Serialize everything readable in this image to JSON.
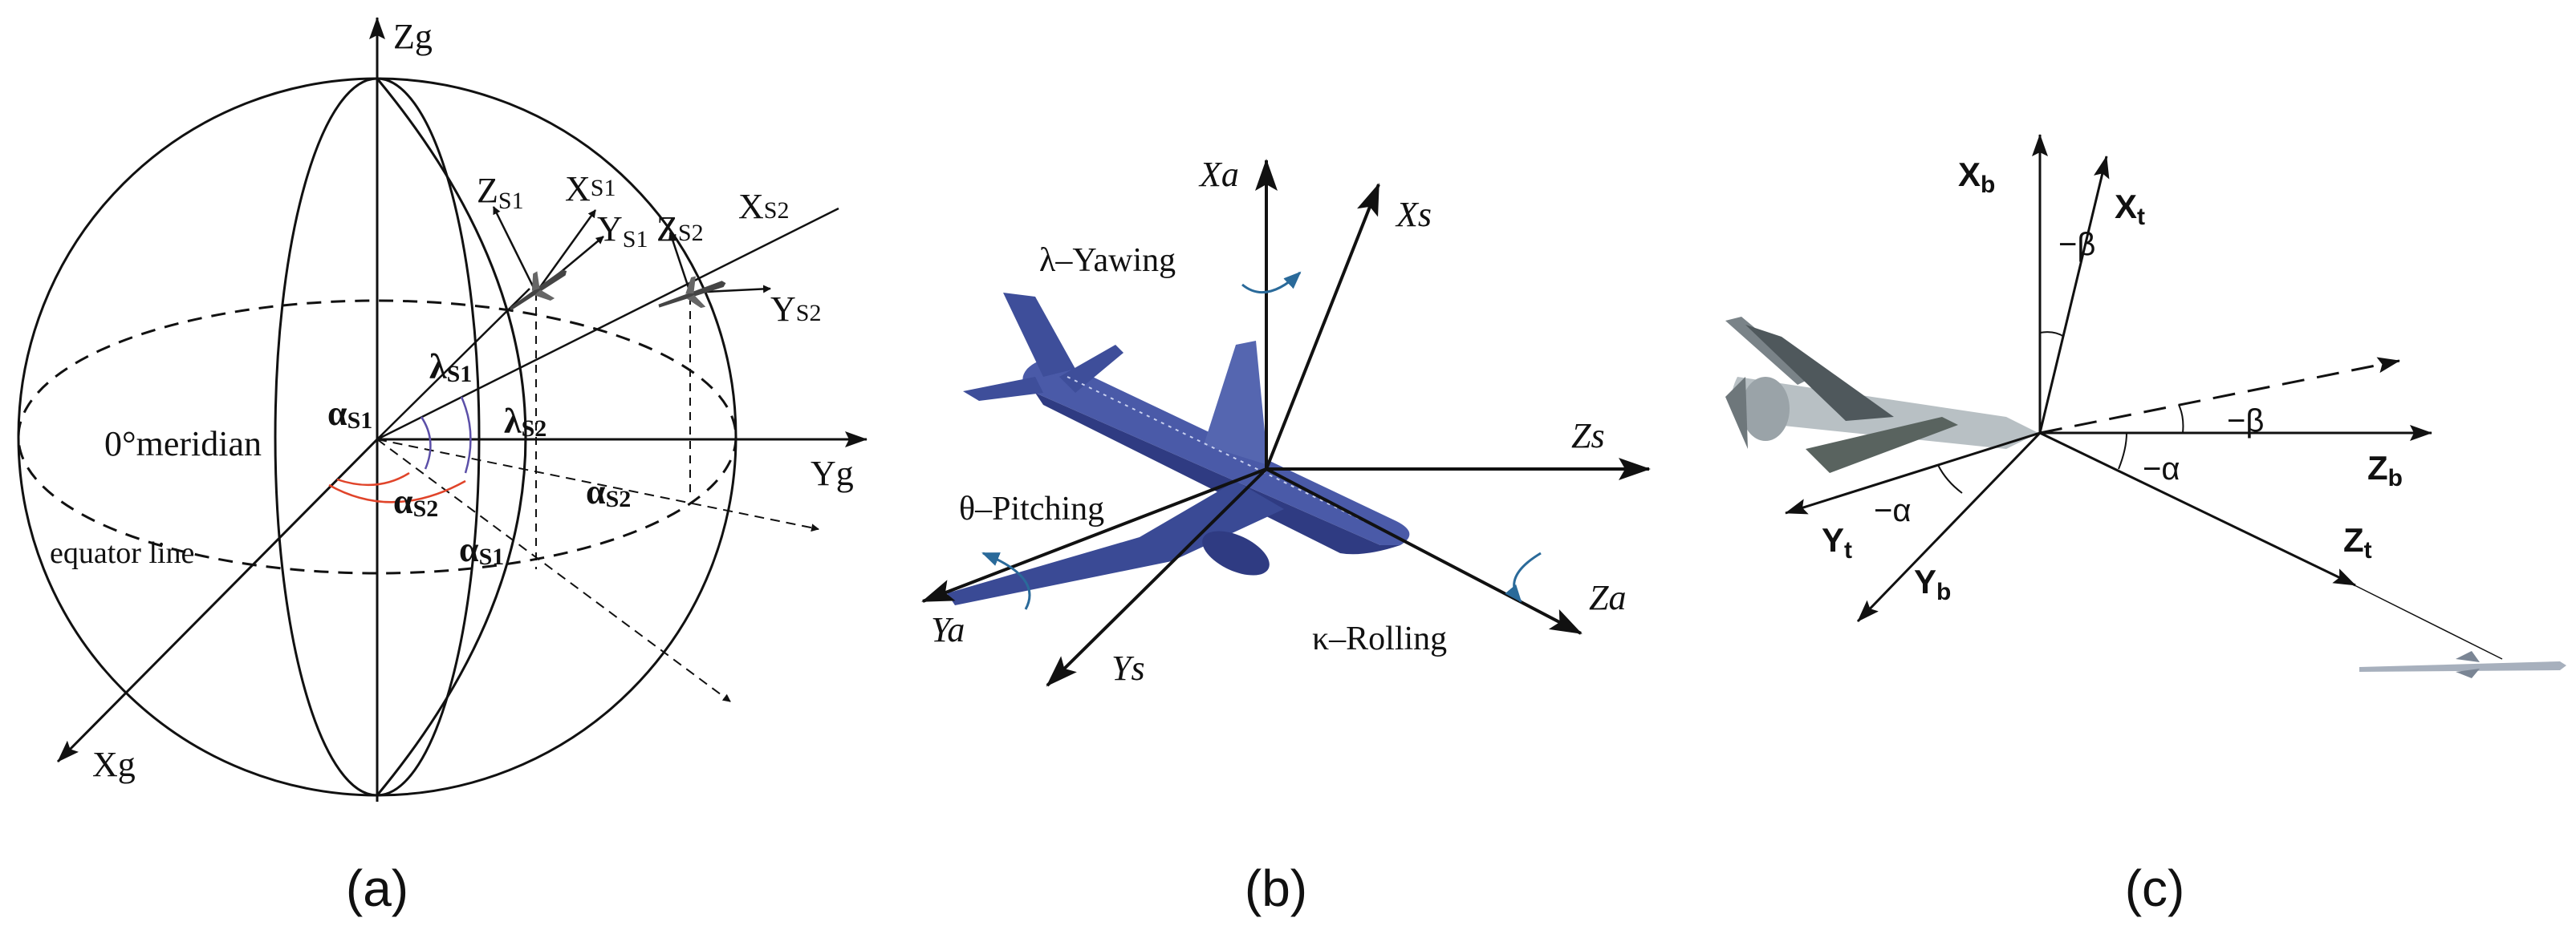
{
  "panels": {
    "a": {
      "caption": "(a)",
      "axes": {
        "zg": "Zg",
        "yg": "Yg",
        "xg": "Xg"
      },
      "labels": {
        "meridian": "0°meridian",
        "equator": "equator line",
        "zs1": "Z",
        "zs1_sub": "S1",
        "xs1": "X",
        "xs1_sub": "S1",
        "ys1": "Y",
        "ys1_sub": "S1",
        "zs2": "Z",
        "zs2_sub": "S2",
        "xs2": "X",
        "xs2_sub": "S2",
        "ys2": "Y",
        "ys2_sub": "S2",
        "lambda_s1": "λ",
        "lambda_s1_sub": "S1",
        "lambda_s2": "λ",
        "lambda_s2_sub": "S2",
        "alpha_s1_left": "α",
        "alpha_s1_left_sub": "S1",
        "alpha_s2_mid": "α",
        "alpha_s2_mid_sub": "S2",
        "alpha_s1_low": "α",
        "alpha_s1_low_sub": "S1",
        "alpha_s2_right": "α",
        "alpha_s2_right_sub": "S2"
      }
    },
    "b": {
      "caption": "(b)",
      "axes": {
        "xa": "Xa",
        "xs": "Xs",
        "zs": "Zs",
        "za": "Za",
        "ya": "Ya",
        "ys": "Ys"
      },
      "rotations": {
        "yaw": "λ–Yawing",
        "pitch": "θ–Pitching",
        "roll": "κ–Rolling"
      }
    },
    "c": {
      "caption": "(c)",
      "axes": {
        "xb": "X",
        "xb_sub": "b",
        "xt": "X",
        "xt_sub": "t",
        "zb": "Z",
        "zb_sub": "b",
        "zt": "Z",
        "zt_sub": "t",
        "yt": "Y",
        "yt_sub": "t",
        "yb": "Y",
        "yb_sub": "b"
      },
      "angles": {
        "beta_top": "β",
        "beta_right": "β",
        "alpha_mid": "α",
        "alpha_left": "α"
      }
    }
  },
  "colors": {
    "ink": "#111111",
    "alpha_arc": "#e0442a",
    "lambda_arc": "#5b4fa8",
    "airplane_body": "#4a5aa8",
    "airplane_shadow": "#2f3b82",
    "rotation_arrow": "#2a6a9a",
    "drone_body": "#9aa3a8"
  },
  "icons": {
    "airplane": "airliner-icon",
    "drone": "uav-icon",
    "missile": "missile-icon"
  }
}
